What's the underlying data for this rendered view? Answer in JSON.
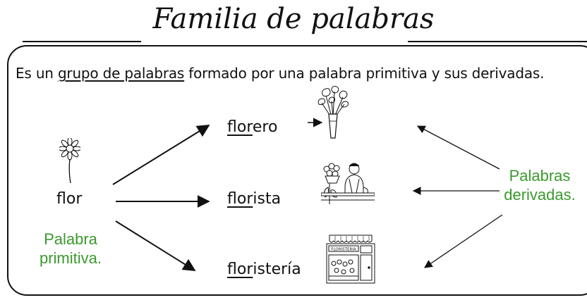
{
  "title": "Familia de palabras",
  "definition": {
    "before": "Es un ",
    "highlight": "grupo de palabras",
    "after": " formado por una palabra primitiva y sus derivadas."
  },
  "primitive": {
    "word": "flor",
    "label_line1": "Palabra",
    "label_line2": "primitiva."
  },
  "derived": [
    {
      "root": "flor",
      "suffix": "ero",
      "icon": "vase-of-flowers-icon"
    },
    {
      "root": "flor",
      "suffix": "ista",
      "icon": "florist-icon"
    },
    {
      "root": "flor",
      "suffix": "istería",
      "icon": "flower-shop-icon"
    }
  ],
  "derived_label": {
    "line1": "Palabras",
    "line2": "derivadas."
  },
  "colors": {
    "label_green": "#3a9a2c",
    "ink": "#111111"
  },
  "shop_sign": "FLORISTERIA"
}
